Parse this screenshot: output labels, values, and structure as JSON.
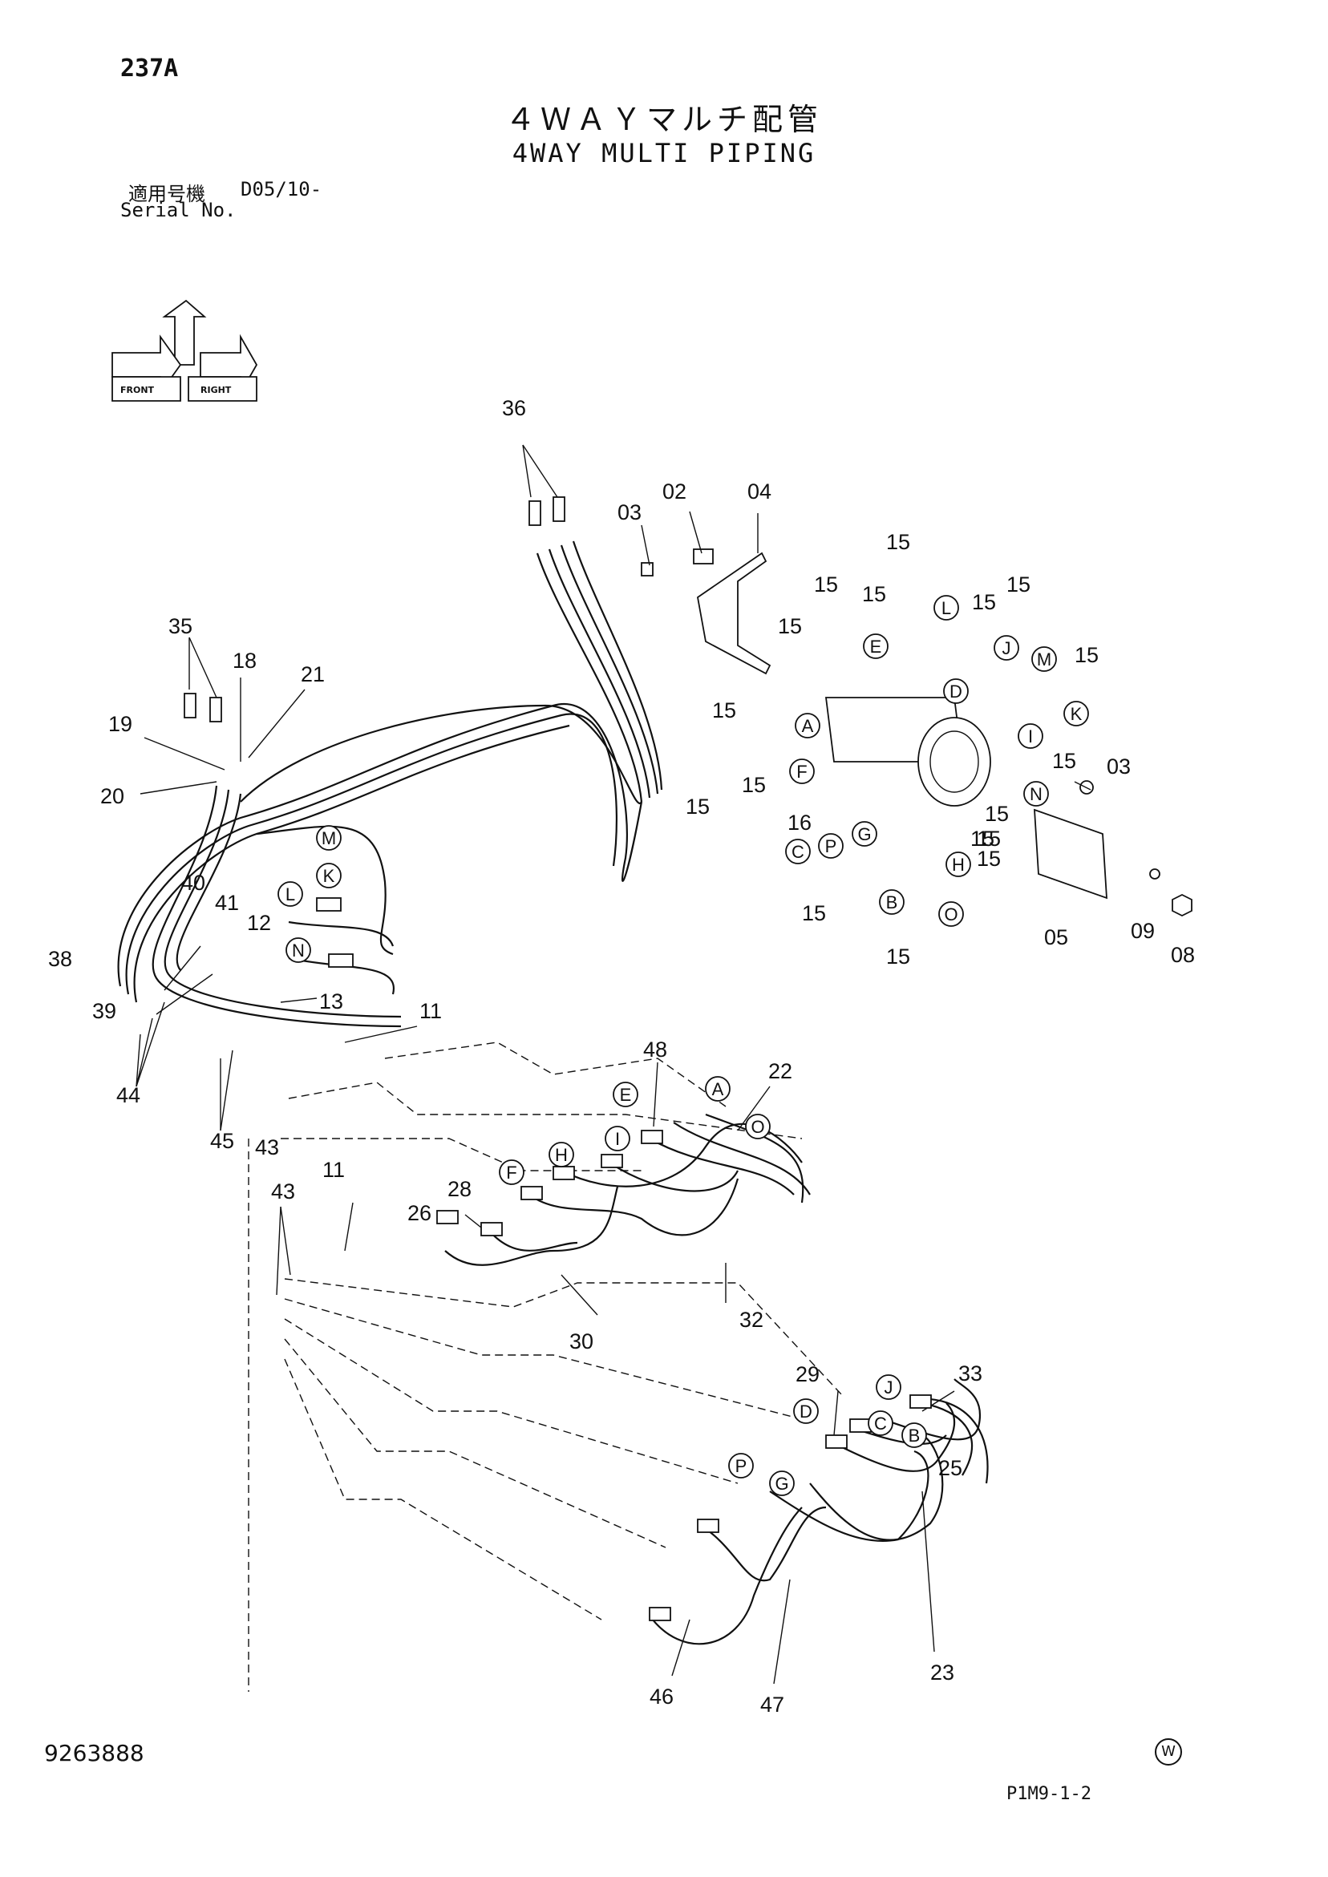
{
  "header": {
    "page_number": "237A",
    "title_jp": "４ＷＡＹマルチ配管",
    "title_en": "4WAY MULTI PIPING",
    "serial_label_jp": "適用号機",
    "serial_label_en": "Serial No.",
    "serial_value": "D05/10-"
  },
  "direction_icon": {
    "front": "FRONT",
    "right": "RIGHT"
  },
  "footer": {
    "document_number": "9263888",
    "mark": "W",
    "page_code": "P1M9-1-2"
  },
  "part_numbers": {
    "p36": "36",
    "p02": "02",
    "p04": "04",
    "p03a": "03",
    "p03b": "03",
    "p35": "35",
    "p18": "18",
    "p21": "21",
    "p19": "19",
    "p20": "20",
    "p15a": "15",
    "p15b": "15",
    "p15c": "15",
    "p15d": "15",
    "p15e": "15",
    "p15f": "15",
    "p15g": "15",
    "p15h": "15",
    "p15i": "15",
    "p15j": "15",
    "p15k": "15",
    "p15l": "15",
    "p15m": "15",
    "p15n": "15",
    "p15o": "15",
    "p15p": "15",
    "p15q": "15",
    "p16": "16",
    "p05": "05",
    "p09": "09",
    "p08": "08",
    "p40": "40",
    "p41": "41",
    "p12": "12",
    "p38": "38",
    "p39": "39",
    "p13": "13",
    "p11a": "11",
    "p11b": "11",
    "p44": "44",
    "p45": "45",
    "p43a": "43",
    "p43b": "43",
    "p48": "48",
    "p22": "22",
    "p28": "28",
    "p26": "26",
    "p30": "30",
    "p32": "32",
    "p29": "29",
    "p33": "33",
    "p25": "25",
    "p23": "23",
    "p46": "46",
    "p47": "47"
  },
  "port_letters": {
    "L1": "L",
    "E1": "E",
    "J1": "J",
    "M1": "M",
    "D1": "D",
    "K1": "K",
    "A1": "A",
    "I1": "I",
    "F1": "F",
    "N1": "N",
    "C1": "C",
    "P1": "P",
    "G1": "G",
    "H1": "H",
    "B1": "B",
    "O1": "O",
    "M2": "M",
    "K2": "K",
    "L2": "L",
    "N2": "N",
    "E2": "E",
    "A2": "A",
    "O2": "O",
    "I2": "I",
    "H2": "H",
    "F2": "F",
    "J2": "J",
    "D2": "D",
    "C2": "C",
    "B2": "B",
    "P2": "P",
    "G2": "G"
  }
}
